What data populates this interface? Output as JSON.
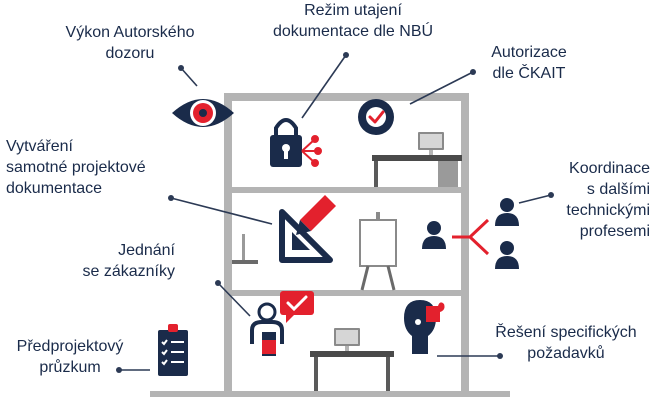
{
  "labels": {
    "autorsky_dozor": [
      "Výkon Autorského",
      "dozoru"
    ],
    "rezim_utajeni": [
      "Režim utajení",
      "dokumentace dle NBÚ"
    ],
    "autorizace": [
      "Autorizace",
      "dle ČKAIT"
    ],
    "vytvareni": [
      "Vytváření",
      "samotné projektové",
      "dokumentace"
    ],
    "koordinace": [
      "Koordinace",
      "s dalšími",
      "technickými",
      "profesemi"
    ],
    "jednani": [
      "Jednání",
      "se zákazníky"
    ],
    "predprojektovy": [
      "Předprojektový",
      "průzkum"
    ],
    "reseni": [
      "Řešení specifických",
      "požadavků"
    ]
  },
  "colors": {
    "navy": "#1a2b4a",
    "red": "#e3212d",
    "gray": "#b4b4b4",
    "line": "#2c3a55"
  }
}
